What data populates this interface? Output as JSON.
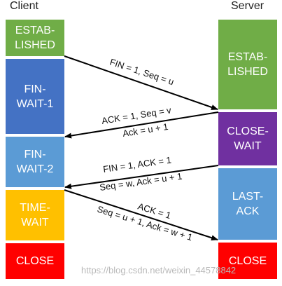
{
  "headers": {
    "client": "Client",
    "server": "Server"
  },
  "client_states": [
    {
      "label": "ESTAB-\nLISHED",
      "color": "#70ad47"
    },
    {
      "label": "FIN-\nWAIT-1",
      "color": "#4472c4"
    },
    {
      "label": "FIN-\nWAIT-2",
      "color": "#5b9bd5"
    },
    {
      "label": "TIME-\nWAIT",
      "color": "#ffc000"
    },
    {
      "label": "CLOSE",
      "color": "#ff0000"
    }
  ],
  "server_states": [
    {
      "label": "ESTAB-\nLISHED",
      "color": "#70ad47"
    },
    {
      "label": "CLOSE-\nWAIT",
      "color": "#7030a0"
    },
    {
      "label": "LAST-\nACK",
      "color": "#5b9bd5"
    },
    {
      "label": "CLOSE",
      "color": "#ff0000"
    }
  ],
  "messages": [
    {
      "text": "FIN = 1,  Seq = u"
    },
    {
      "text": "ACK = 1,   Seq = v"
    },
    {
      "text": "Ack = u + 1"
    },
    {
      "text": "FIN = 1,   ACK = 1"
    },
    {
      "text": "Seq = w,  Ack = u + 1"
    },
    {
      "text": "ACK = 1"
    },
    {
      "text": "Seq = u + 1,  Ack = w + 1"
    }
  ],
  "watermark": "https://blog.csdn.net/weixin_44578842"
}
